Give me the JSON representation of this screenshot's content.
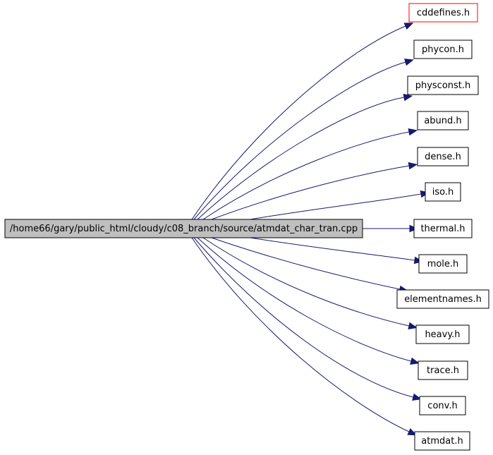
{
  "diagram": {
    "type": "include-dependency-graph",
    "colors": {
      "edge": "#191970",
      "root_fill": "#bfbfbf",
      "node_border": "#000000",
      "highlight_border": "#ff0000"
    },
    "root": {
      "id": "root",
      "label": "/home66/gary/public_html/cloudy/c08_branch/source/atmdat_char_tran.cpp"
    },
    "includes": [
      {
        "id": "cddefines",
        "label": "cddefines.h",
        "highlight": true
      },
      {
        "id": "phycon",
        "label": "phycon.h"
      },
      {
        "id": "physconst",
        "label": "physconst.h"
      },
      {
        "id": "abund",
        "label": "abund.h"
      },
      {
        "id": "dense",
        "label": "dense.h"
      },
      {
        "id": "iso",
        "label": "iso.h"
      },
      {
        "id": "thermal",
        "label": "thermal.h"
      },
      {
        "id": "mole",
        "label": "mole.h"
      },
      {
        "id": "elementnames",
        "label": "elementnames.h"
      },
      {
        "id": "heavy",
        "label": "heavy.h"
      },
      {
        "id": "trace",
        "label": "trace.h"
      },
      {
        "id": "conv",
        "label": "conv.h"
      },
      {
        "id": "atmdat",
        "label": "atmdat.h"
      }
    ]
  }
}
